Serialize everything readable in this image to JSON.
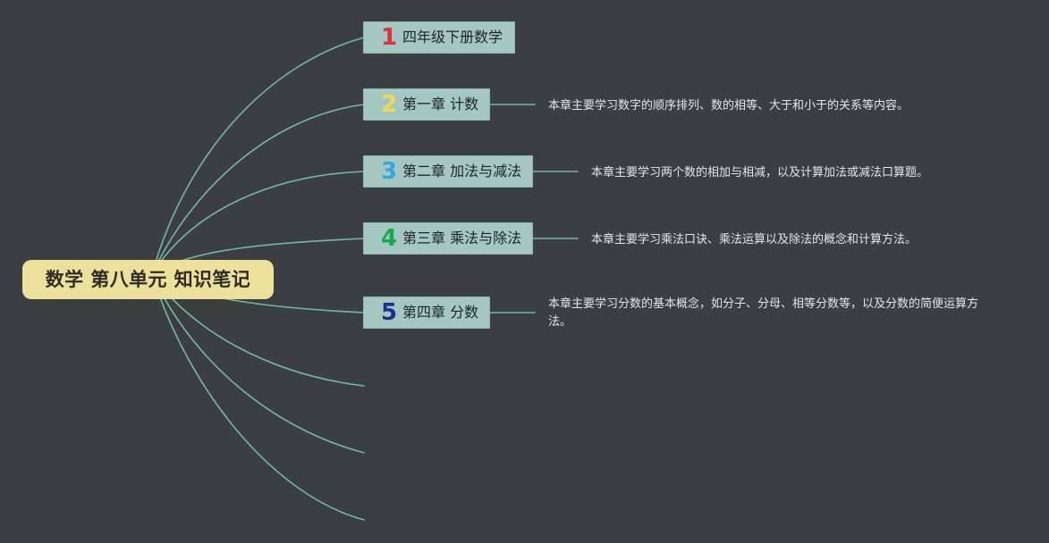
{
  "root": {
    "title": "数学 第八单元 知识笔记"
  },
  "branches": [
    {
      "number": "1",
      "label": "四年级下册数学",
      "description": "",
      "color": "#e02f3b"
    },
    {
      "number": "2",
      "label": "第一章 计数",
      "description": "本章主要学习数字的顺序排列、数的相等、大于和小于的关系等内容。",
      "color": "#f1d85a"
    },
    {
      "number": "3",
      "label": "第二章 加法与减法",
      "description": "本章主要学习两个数的相加与相减，以及计算加法或减法口算题。",
      "color": "#35a7de"
    },
    {
      "number": "4",
      "label": "第三章 乘法与除法",
      "description": "本章主要学习乘法口诀、乘法运算以及除法的概念和计算方法。",
      "color": "#16a94f"
    },
    {
      "number": "5",
      "label": "第四章 分数",
      "description": "本章主要学习分数的基本概念，如分子、分母、相等分数等，以及分数的简便运算方法。",
      "color": "#17338f"
    }
  ],
  "empty_branches": 3,
  "theme": {
    "background": "#3b3f42",
    "connector": "#74b7a3",
    "root_fill": "#ede09b",
    "branch_fill": "#a4c8c1"
  }
}
